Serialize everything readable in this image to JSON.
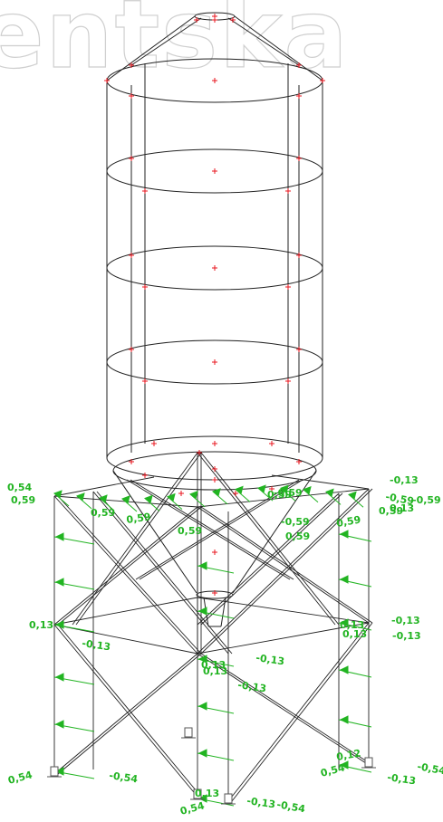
{
  "watermark": {
    "text": "entska"
  },
  "colors": {
    "structure": "#222222",
    "nodes": "#e8141e",
    "loads": "#22b422",
    "watermark": "#cfcfcf"
  },
  "icons": {
    "node_marker": "red-cross-icon",
    "support": "support-icon",
    "load_arrow": "green-arrow-icon"
  },
  "load_labels": [
    {
      "id": "l1",
      "text": "0,54"
    },
    {
      "id": "l2",
      "text": "0,59"
    },
    {
      "id": "l3",
      "text": "0,13"
    },
    {
      "id": "l4",
      "text": "-0,13"
    },
    {
      "id": "l5",
      "text": "-0,13"
    },
    {
      "id": "l6",
      "text": "0,13"
    },
    {
      "id": "l7",
      "text": "0,13"
    },
    {
      "id": "l8",
      "text": "-0,13"
    },
    {
      "id": "l9",
      "text": "0,54"
    },
    {
      "id": "l10",
      "text": "-0,54"
    },
    {
      "id": "l11",
      "text": "0,54"
    },
    {
      "id": "l12",
      "text": "-0,54"
    },
    {
      "id": "l13",
      "text": "0,54"
    },
    {
      "id": "l14",
      "text": "-0,13"
    },
    {
      "id": "l15",
      "text": "-0,54"
    },
    {
      "id": "l16",
      "text": "-0,13"
    },
    {
      "id": "l17",
      "text": "0,12"
    },
    {
      "id": "l18",
      "text": "0,13"
    },
    {
      "id": "l19",
      "text": "-0,13"
    },
    {
      "id": "l20",
      "text": "-0,13"
    },
    {
      "id": "l21",
      "text": "-0,59"
    },
    {
      "id": "l22",
      "text": "0,59"
    },
    {
      "id": "l23",
      "text": "-0,59"
    },
    {
      "id": "l24",
      "text": "0,59"
    },
    {
      "id": "l25",
      "text": "-0,59"
    },
    {
      "id": "l26",
      "text": "-0,59"
    },
    {
      "id": "l27",
      "text": "-0,13"
    },
    {
      "id": "l28",
      "text": "0,59"
    },
    {
      "id": "l29",
      "text": "0,59"
    },
    {
      "id": "l30",
      "text": "0,59"
    },
    {
      "id": "l31",
      "text": "0,59"
    },
    {
      "id": "l32",
      "text": "0,59"
    },
    {
      "id": "l33",
      "text": "0,13"
    },
    {
      "id": "l34",
      "text": "0,13"
    },
    {
      "id": "l35",
      "text": "0,13"
    }
  ]
}
